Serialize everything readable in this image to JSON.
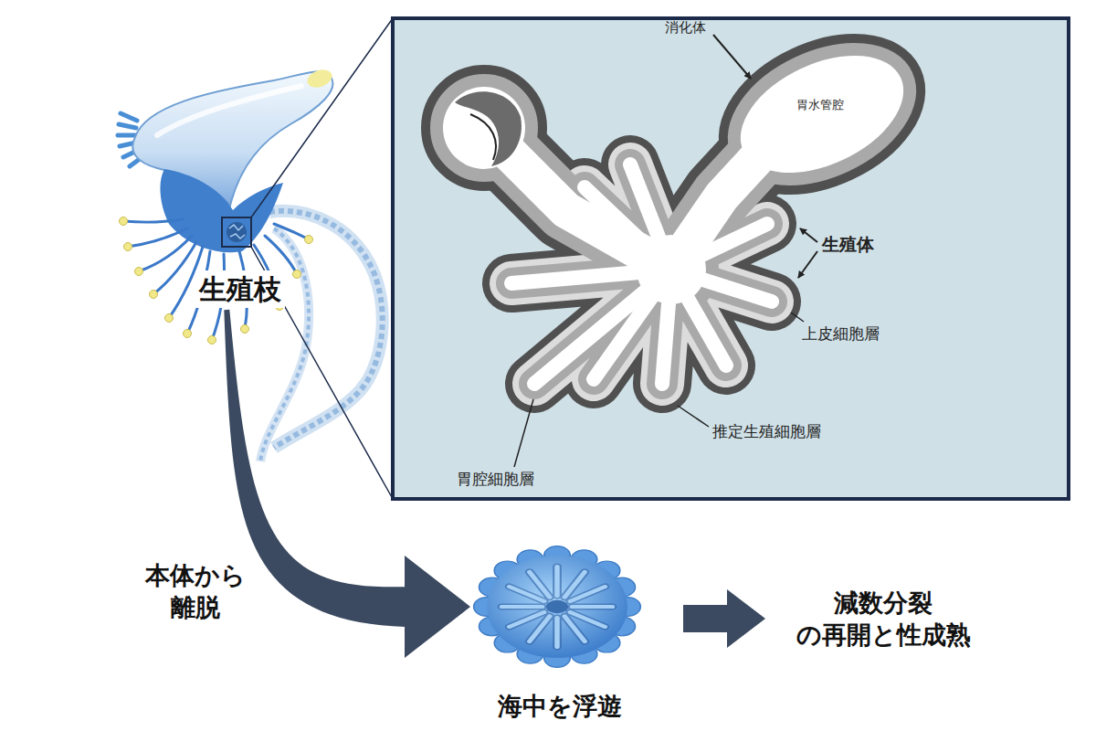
{
  "diagram": {
    "nodes": [
      {
        "text": [
          "生殖枝"
        ]
      },
      {
        "text": [
          "海中を浮遊"
        ]
      },
      {
        "text": [
          "減数分裂 の再開と性成熟"
        ]
      }
    ],
    "edges": [
      {
        "from": 0,
        "to": 1,
        "arrow": "to",
        "label": "本体から 離脱"
      },
      {
        "from": 1,
        "to": 2,
        "arrow": "to"
      }
    ],
    "labels": [
      "消化体",
      "胃水管腔",
      "生殖体",
      "上皮細胞層",
      "推定生殖細胞層",
      "胃腔細胞層"
    ]
  }
}
